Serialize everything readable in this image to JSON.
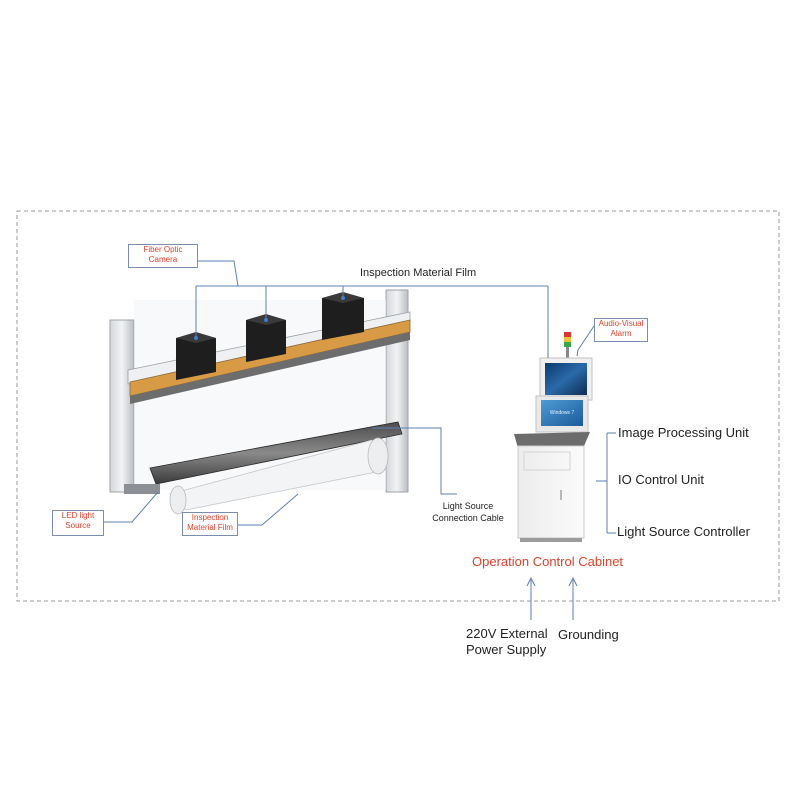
{
  "labels": {
    "fiber_camera": [
      "Fiber Optic",
      "Camera"
    ],
    "film_top": "Inspection Material Film",
    "alarm": [
      "Audio-Visual",
      "Alarm"
    ],
    "image_unit": "Image Processing Unit",
    "io_unit": "IO Control Unit",
    "light_ctrl": "Light Source Controller",
    "light_cable": [
      "Light Source",
      "Connection Cable"
    ],
    "led_source": [
      "LED light",
      "Source"
    ],
    "film_bottom": [
      "Inspection",
      "Material Film"
    ],
    "cabinet": "Operation Control Cabinet",
    "power": [
      "220V External",
      "Power Supply"
    ],
    "grounding": "Grounding"
  },
  "screens": {
    "lower_text": "Windows 7"
  },
  "colors": {
    "accent_red": "#d9442a",
    "connector_blue": "#5d7fb5",
    "dashed_border": "#9a9a9a"
  }
}
